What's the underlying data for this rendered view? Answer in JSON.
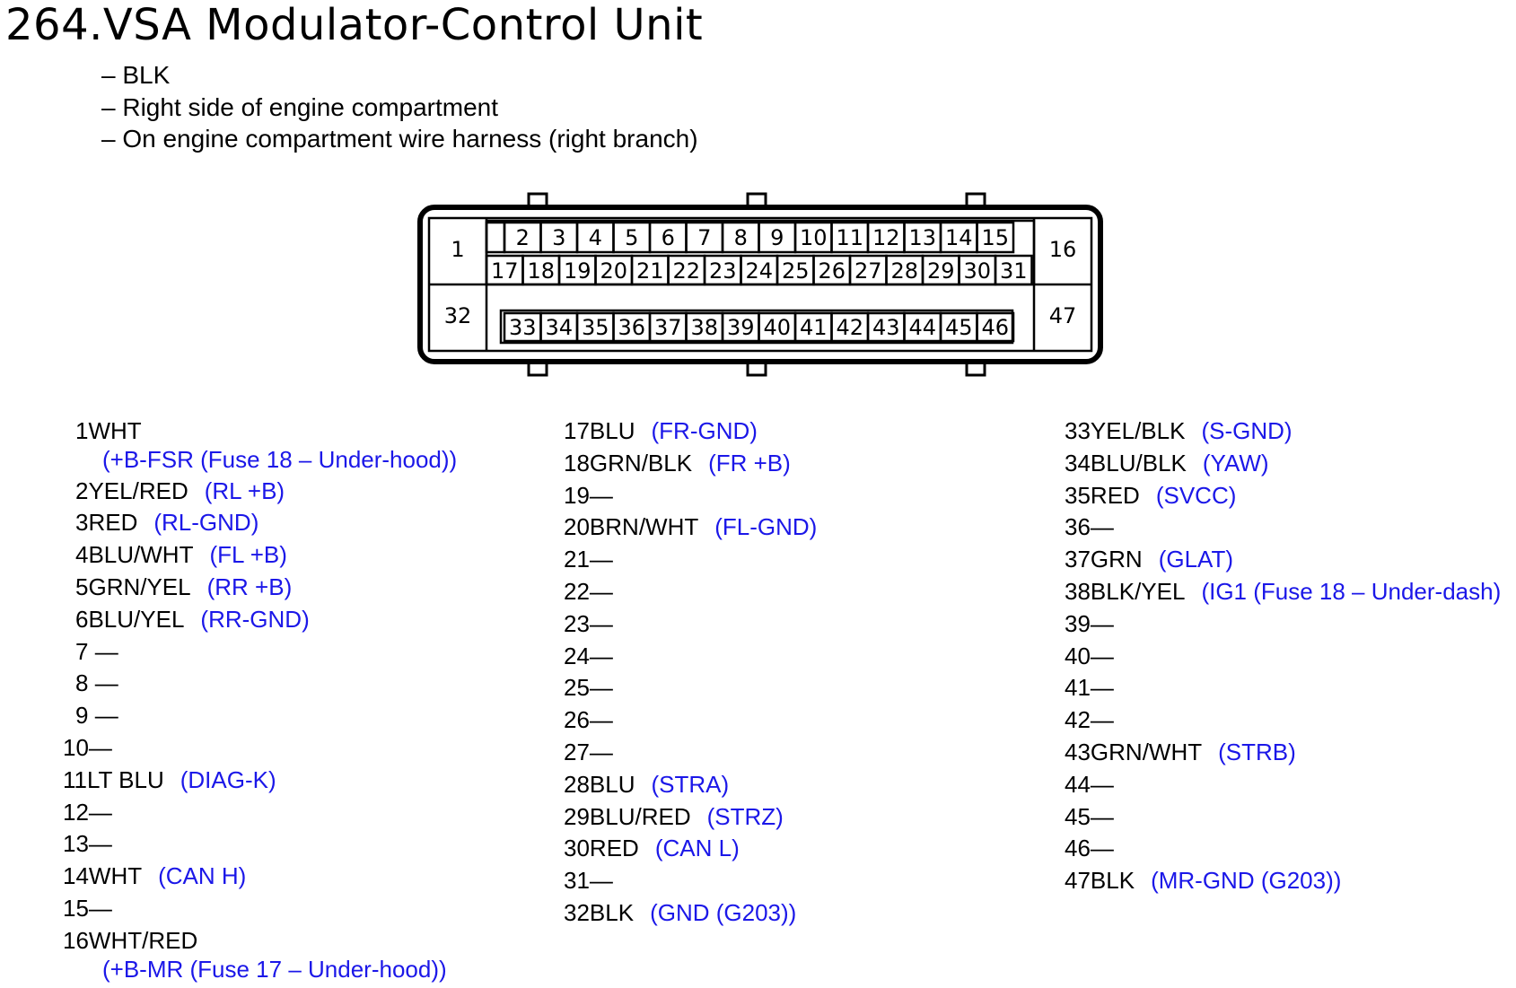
{
  "title": "264.VSA Modulator-Control Unit",
  "description": [
    "– BLK",
    "– Right side of engine compartment",
    "– On engine compartment wire harness (right branch)"
  ],
  "connector": {
    "top_row": [
      "2",
      "3",
      "4",
      "5",
      "6",
      "7",
      "8",
      "9",
      "10",
      "11",
      "12",
      "13",
      "14",
      "15"
    ],
    "second_row": [
      "17",
      "18",
      "19",
      "20",
      "21",
      "22",
      "23",
      "24",
      "25",
      "26",
      "27",
      "28",
      "29",
      "30",
      "31"
    ],
    "bottom_row": [
      "33",
      "34",
      "35",
      "36",
      "37",
      "38",
      "39",
      "40",
      "41",
      "42",
      "43",
      "44",
      "45",
      "46"
    ],
    "left_top": "1",
    "left_bottom": "32",
    "right_top": "16",
    "right_bottom": "47"
  },
  "colors": {
    "signal": "#1b17e8",
    "text": "#000000"
  },
  "pin_columns": [
    [
      {
        "pin": "1",
        "wire": "WHT",
        "signal": "",
        "sub": "(+B-FSR (Fuse 18 – Under-hood))"
      },
      {
        "pin": "2",
        "wire": "YEL/RED",
        "signal": "(RL +B)"
      },
      {
        "pin": "3",
        "wire": "RED",
        "signal": "(RL-GND)"
      },
      {
        "pin": "4",
        "wire": "BLU/WHT",
        "signal": "(FL +B)"
      },
      {
        "pin": "5",
        "wire": "GRN/YEL",
        "signal": "(RR +B)"
      },
      {
        "pin": "6",
        "wire": "BLU/YEL",
        "signal": "(RR-GND)"
      },
      {
        "pin": "7",
        "wire": " —",
        "signal": ""
      },
      {
        "pin": "8",
        "wire": " —",
        "signal": ""
      },
      {
        "pin": "9",
        "wire": " —",
        "signal": ""
      },
      {
        "pin": "10",
        "wire": "—",
        "signal": ""
      },
      {
        "pin": "11",
        "wire": "LT BLU",
        "signal": "(DIAG-K)"
      },
      {
        "pin": "12",
        "wire": "—",
        "signal": ""
      },
      {
        "pin": "13",
        "wire": "—",
        "signal": ""
      },
      {
        "pin": "14",
        "wire": "WHT",
        "signal": "(CAN H)"
      },
      {
        "pin": "15",
        "wire": "—",
        "signal": ""
      },
      {
        "pin": "16",
        "wire": "WHT/RED",
        "signal": "",
        "sub": "(+B-MR (Fuse 17 – Under-hood))"
      }
    ],
    [
      {
        "pin": "17",
        "wire": "BLU",
        "signal": "(FR-GND)"
      },
      {
        "pin": "18",
        "wire": "GRN/BLK",
        "signal": "(FR +B)"
      },
      {
        "pin": "19",
        "wire": "—",
        "signal": ""
      },
      {
        "pin": "20",
        "wire": "BRN/WHT",
        "signal": "(FL-GND)"
      },
      {
        "pin": "21",
        "wire": "—",
        "signal": ""
      },
      {
        "pin": "22",
        "wire": "—",
        "signal": ""
      },
      {
        "pin": "23",
        "wire": "—",
        "signal": ""
      },
      {
        "pin": "24",
        "wire": "—",
        "signal": ""
      },
      {
        "pin": "25",
        "wire": "—",
        "signal": ""
      },
      {
        "pin": "26",
        "wire": "—",
        "signal": ""
      },
      {
        "pin": "27",
        "wire": "—",
        "signal": ""
      },
      {
        "pin": "28",
        "wire": "BLU",
        "signal": "(STRA)"
      },
      {
        "pin": "29",
        "wire": "BLU/RED",
        "signal": "(STRZ)"
      },
      {
        "pin": "30",
        "wire": "RED",
        "signal": "(CAN L)"
      },
      {
        "pin": "31",
        "wire": "—",
        "signal": ""
      },
      {
        "pin": "32",
        "wire": "BLK",
        "signal": "(GND (G203))"
      }
    ],
    [
      {
        "pin": "33",
        "wire": "YEL/BLK",
        "signal": "(S-GND)"
      },
      {
        "pin": "34",
        "wire": "BLU/BLK",
        "signal": "(YAW)"
      },
      {
        "pin": "35",
        "wire": "RED",
        "signal": "(SVCC)"
      },
      {
        "pin": "36",
        "wire": "—",
        "signal": ""
      },
      {
        "pin": "37",
        "wire": "GRN",
        "signal": "(GLAT)"
      },
      {
        "pin": "38",
        "wire": "BLK/YEL",
        "signal": "(IG1 (Fuse 18 – Under-dash)"
      },
      {
        "pin": "39",
        "wire": "—",
        "signal": ""
      },
      {
        "pin": "40",
        "wire": "—",
        "signal": ""
      },
      {
        "pin": "41",
        "wire": "—",
        "signal": ""
      },
      {
        "pin": "42",
        "wire": "—",
        "signal": ""
      },
      {
        "pin": "43",
        "wire": "GRN/WHT",
        "signal": "(STRB)"
      },
      {
        "pin": "44",
        "wire": "—",
        "signal": ""
      },
      {
        "pin": "45",
        "wire": "—",
        "signal": ""
      },
      {
        "pin": "46",
        "wire": "—",
        "signal": ""
      },
      {
        "pin": "47",
        "wire": "BLK",
        "signal": "(MR-GND (G203))"
      }
    ]
  ]
}
